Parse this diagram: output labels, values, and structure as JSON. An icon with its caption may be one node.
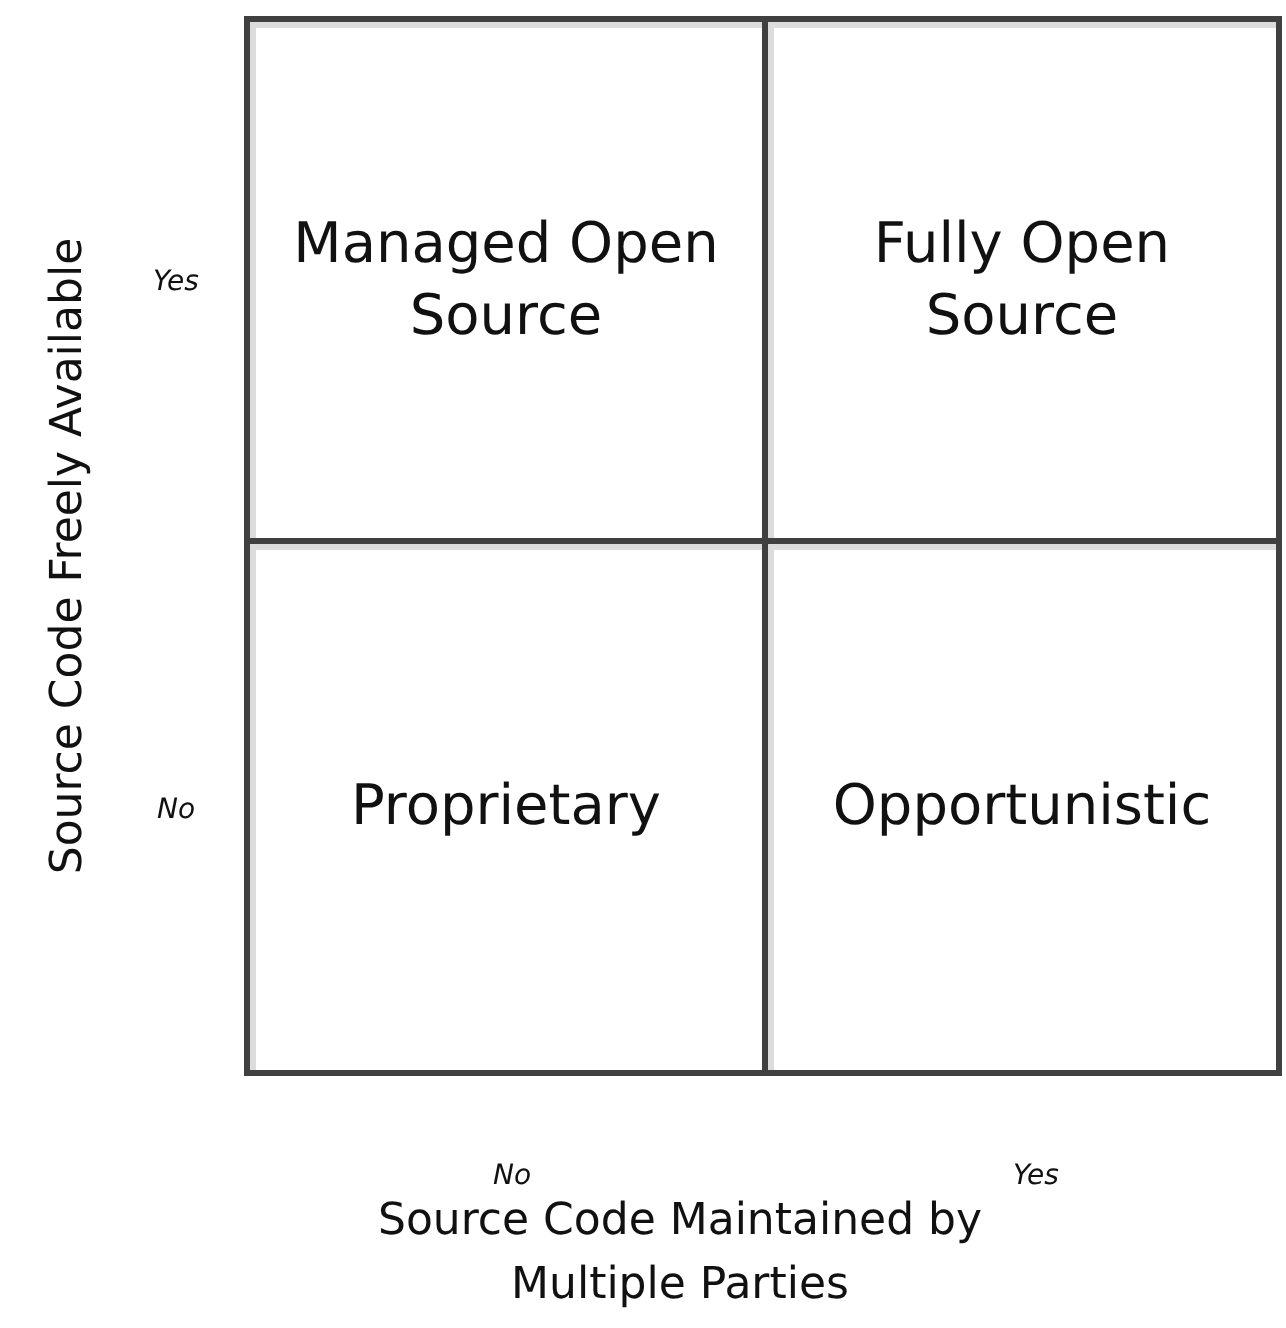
{
  "diagram": {
    "nodes": [
      {
        "text": [
          "Managed Open Source"
        ]
      },
      {
        "text": [
          "Fully Open Source"
        ]
      },
      {
        "text": [
          "Proprietary"
        ]
      },
      {
        "text": [
          "Opportunistic"
        ]
      }
    ],
    "labels": [
      "Source Code Freely Available",
      "Yes",
      "No",
      "No",
      "Yes",
      "Source Code Maintained by Multiple Parties"
    ]
  }
}
